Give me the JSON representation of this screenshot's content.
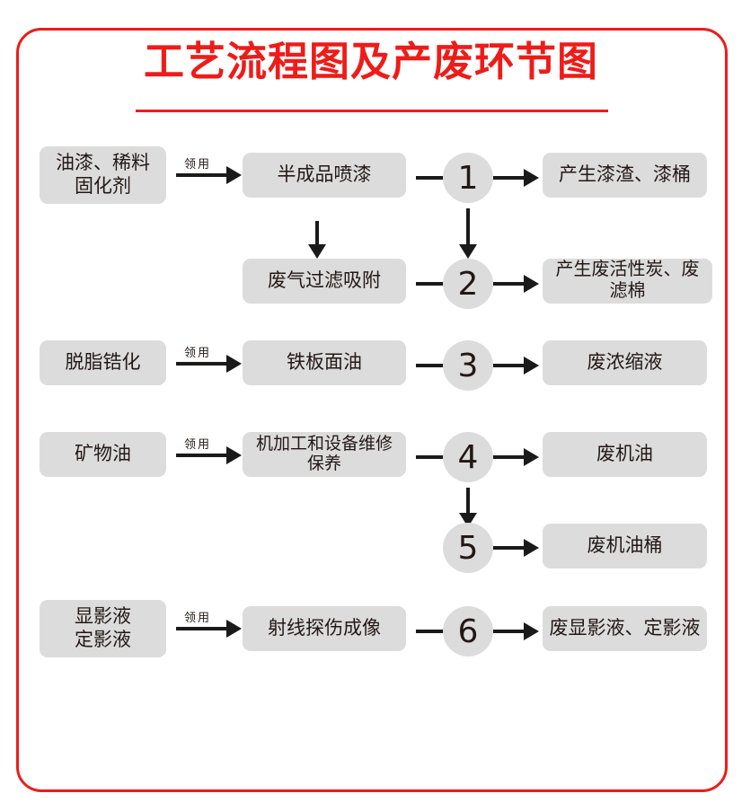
{
  "page": {
    "title": "工艺流程图及产废环节图",
    "frame_color": "#ee1c18",
    "node_fill": "#dcdcdc",
    "connector_color": "#1a1a1a",
    "text_color": "#231815"
  },
  "edge_labels": {
    "requisition": "领用"
  },
  "rows": [
    {
      "id": "row-1",
      "input": "油漆、稀料\n固化剂",
      "input_line1": "油漆、稀料",
      "input_line2": "固化剂",
      "edge_label": "领用",
      "process": "半成品喷漆",
      "number": "1",
      "output": "产生漆渣、漆桶"
    },
    {
      "id": "row-2",
      "input": "",
      "edge_label": "",
      "process": "废气过滤吸附",
      "number": "2",
      "output": "产生废活性炭、废滤棉"
    },
    {
      "id": "row-3",
      "input": "脱脂锆化",
      "edge_label": "领用",
      "process": "铁板面油",
      "number": "3",
      "output": "废浓缩液"
    },
    {
      "id": "row-4",
      "input": "矿物油",
      "edge_label": "领用",
      "process": "机加工和设备维修保养",
      "number": "4",
      "output": "废机油"
    },
    {
      "id": "row-5",
      "input": "",
      "edge_label": "",
      "process": "",
      "number": "5",
      "output": "废机油桶"
    },
    {
      "id": "row-6",
      "input": "显影液\n定影液",
      "input_line1": "显影液",
      "input_line2": "定影液",
      "edge_label": "领用",
      "process": "射线探伤成像",
      "number": "6",
      "output": "废显影液、定影液"
    }
  ]
}
